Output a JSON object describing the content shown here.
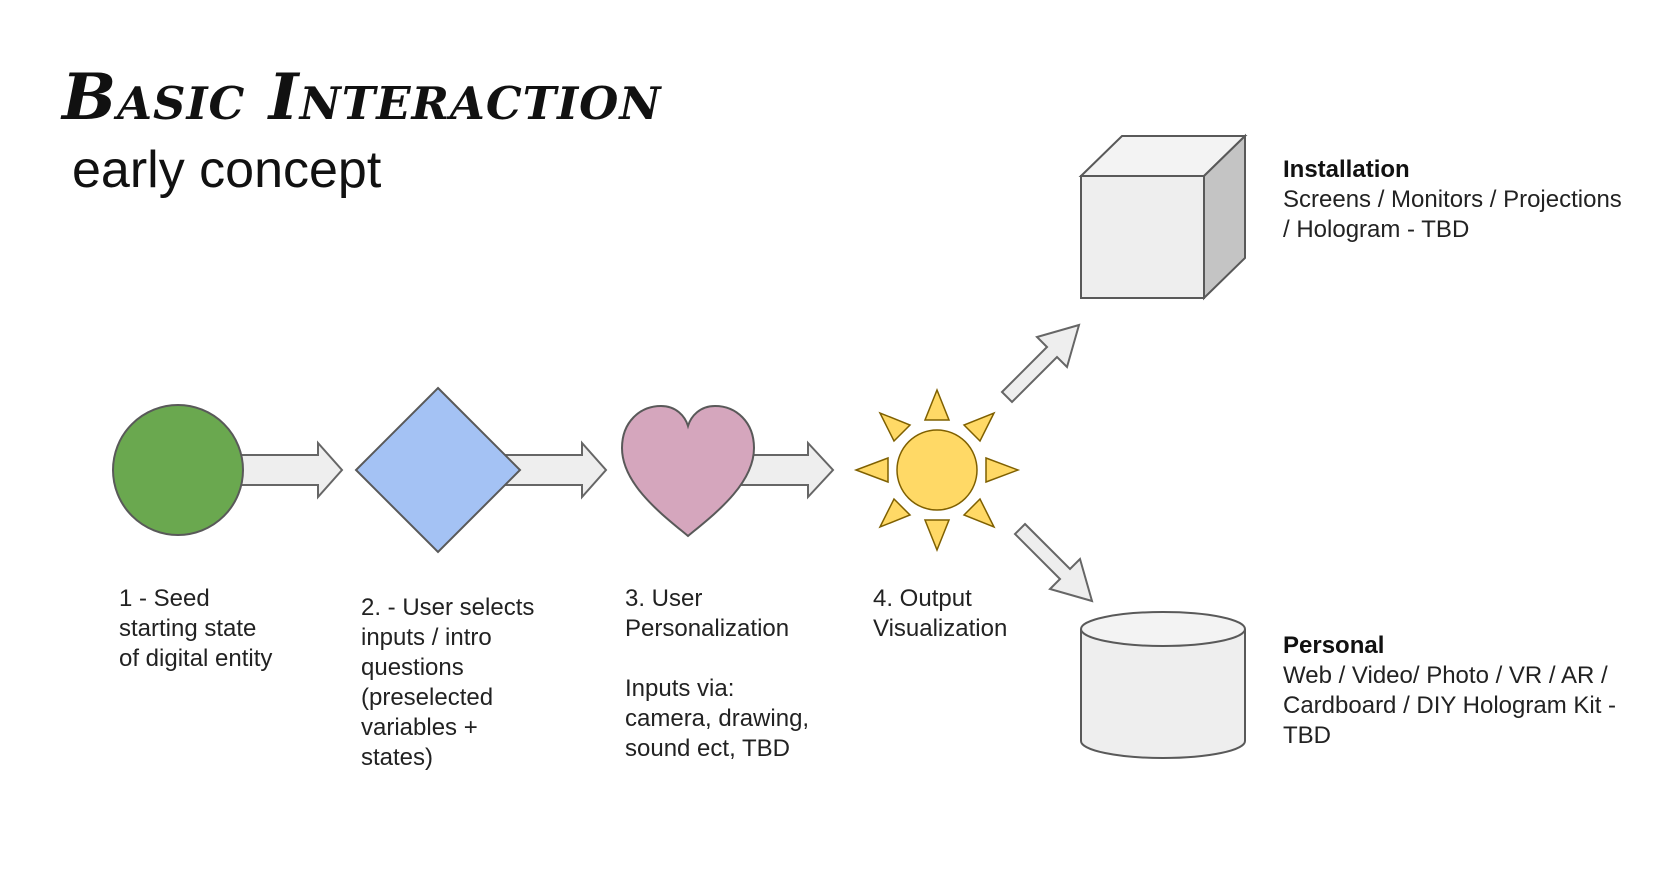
{
  "title": "Basic Interaction",
  "subtitle": "early concept",
  "colors": {
    "seed": "#6aa84f",
    "inputs": "#a4c2f4",
    "personalization": "#d5a6bd",
    "sun": "#ffd966",
    "box": "#eeeeee",
    "stroke": "#595959"
  },
  "steps": [
    {
      "shape": "circle-icon",
      "lines": [
        "1 - Seed",
        "starting state",
        "of digital entity"
      ]
    },
    {
      "shape": "diamond-icon",
      "lines": [
        "2. - User selects",
        "inputs / intro",
        "questions",
        "(preselected",
        "variables +",
        "states)"
      ]
    },
    {
      "shape": "heart-icon",
      "lines": [
        "3. User",
        "Personalization"
      ],
      "extra_lines": [
        "Inputs via:",
        "camera, drawing,",
        "sound ect, TBD"
      ]
    },
    {
      "shape": "sun-icon",
      "lines": [
        "4. Output",
        "Visualization"
      ]
    }
  ],
  "outputs": {
    "installation": {
      "heading": "Installation",
      "lines": [
        "Screens / Monitors / Projections",
        "/ Hologram - TBD"
      ]
    },
    "personal": {
      "heading": "Personal",
      "lines": [
        "Web /  Video/ Photo / VR  / AR /",
        "Cardboard / DIY Hologram Kit -",
        "TBD"
      ]
    }
  }
}
